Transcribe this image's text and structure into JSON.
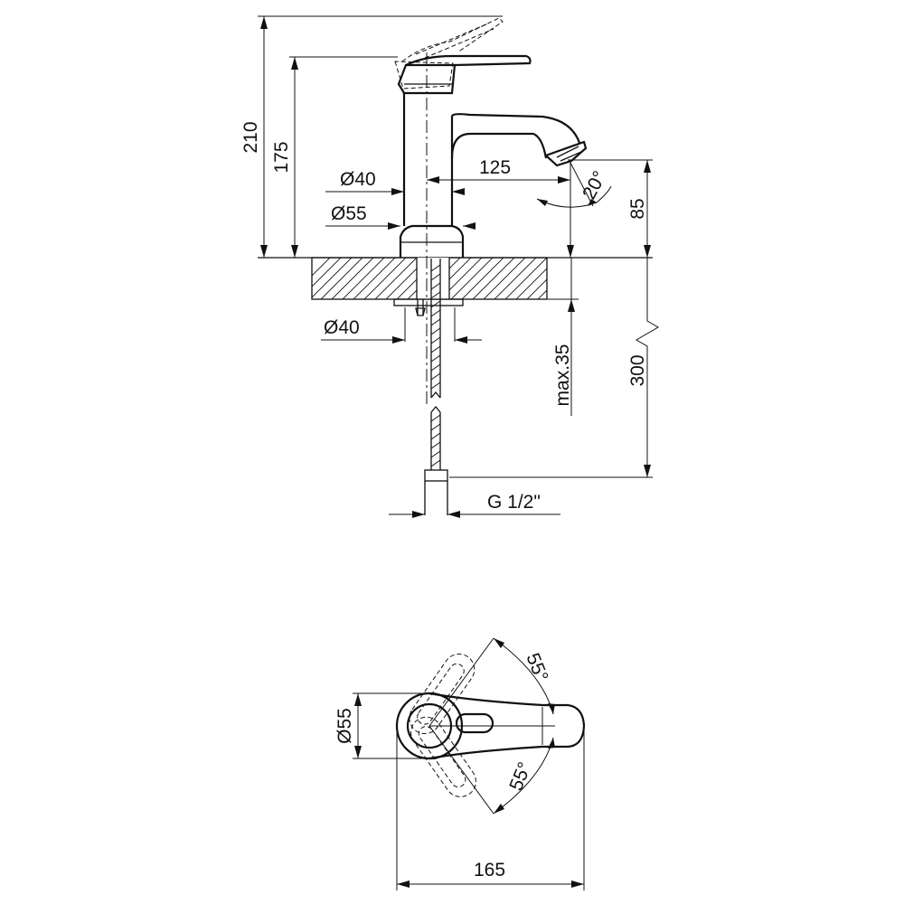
{
  "side_view": {
    "dimensions": {
      "total_height": "210",
      "spout_height": "175",
      "body_diameter": "Ø40",
      "base_diameter": "Ø55",
      "spout_reach": "125",
      "spout_angle": "20°",
      "spout_clearance": "85",
      "shank_diameter": "Ø40",
      "max_counter_thickness": "max.35",
      "hose_length": "300",
      "connection_thread": "G 1/2\""
    }
  },
  "top_view": {
    "dimensions": {
      "base_diameter": "Ø55",
      "lever_angle_upper": "55°",
      "lever_angle_lower": "55°",
      "overall_length": "165"
    }
  }
}
